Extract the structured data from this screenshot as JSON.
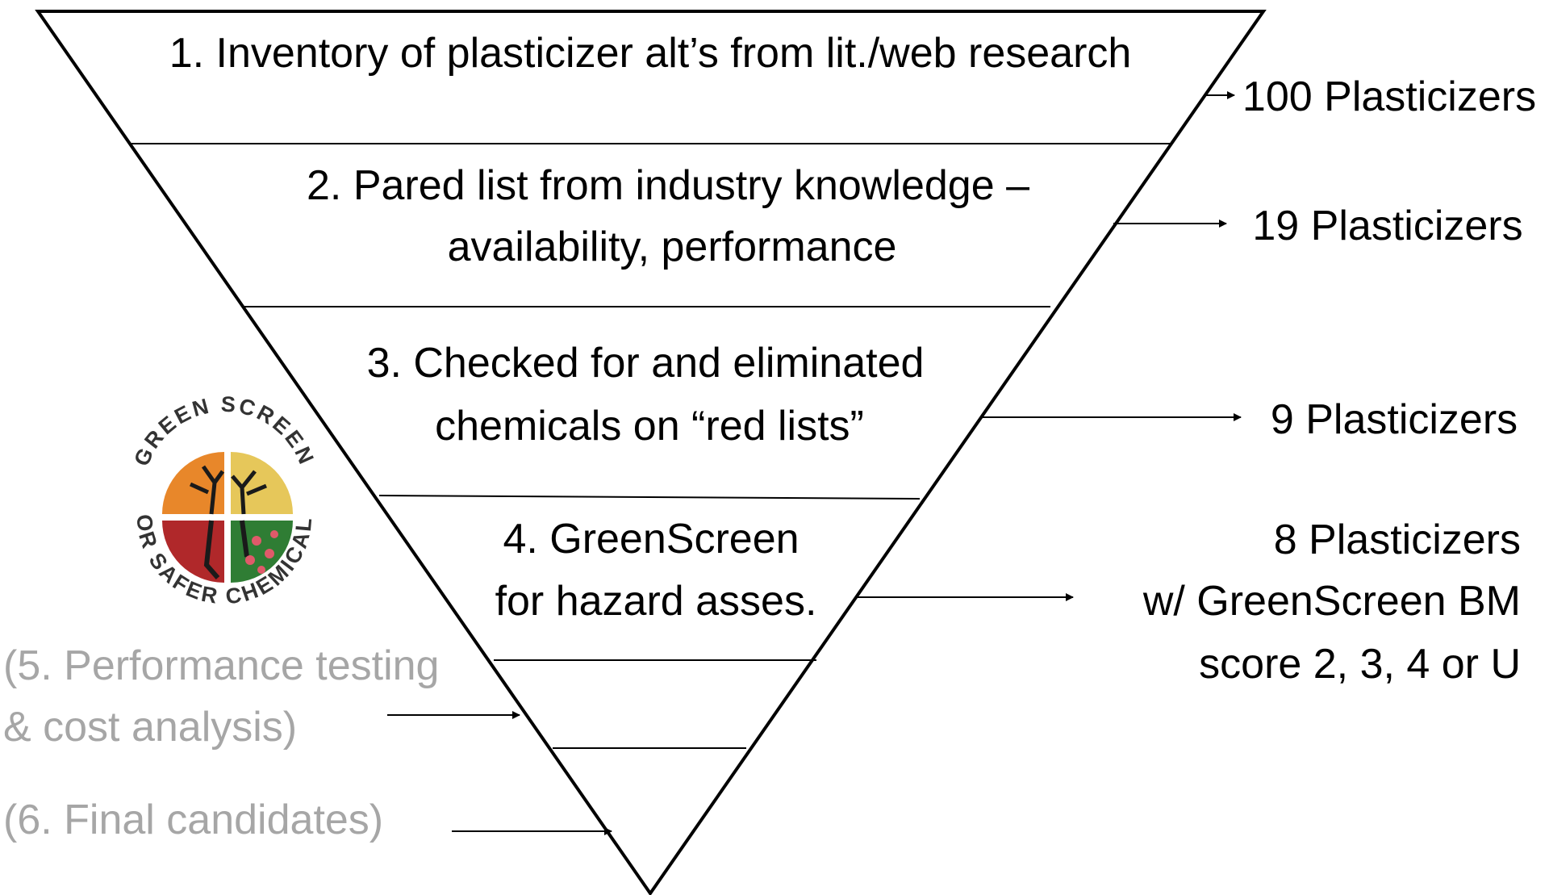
{
  "stages": [
    {
      "lines": [
        "1. Inventory of plasticizer alt’s from lit./web research"
      ]
    },
    {
      "lines": [
        "2. Pared list from industry knowledge –",
        "availability, performance"
      ]
    },
    {
      "lines": [
        "3. Checked for and eliminated",
        "chemicals on “red lists”"
      ]
    },
    {
      "lines": [
        "4. GreenScreen",
        "for hazard asses."
      ]
    }
  ],
  "counts": [
    {
      "lines": [
        "100 Plasticizers"
      ]
    },
    {
      "lines": [
        "19 Plasticizers"
      ]
    },
    {
      "lines": [
        "9 Plasticizers"
      ]
    },
    {
      "lines": [
        "8 Plasticizers",
        "w/ GreenScreen BM",
        "score 2, 3, 4 or U"
      ]
    }
  ],
  "future_steps": [
    {
      "lines": [
        "(5. Performance testing",
        "& cost analysis)"
      ]
    },
    {
      "lines": [
        "(6. Final candidates)"
      ]
    }
  ],
  "logo": {
    "top_text": "GREEN SCREEN",
    "bottom_text": "FOR SAFER CHEMICALS",
    "quadrant_colors": [
      "#e8872a",
      "#e6c75a",
      "#b0282a",
      "#2f7d34"
    ]
  },
  "colors": {
    "outline": "#000000",
    "future_text": "#a6a6a6"
  }
}
